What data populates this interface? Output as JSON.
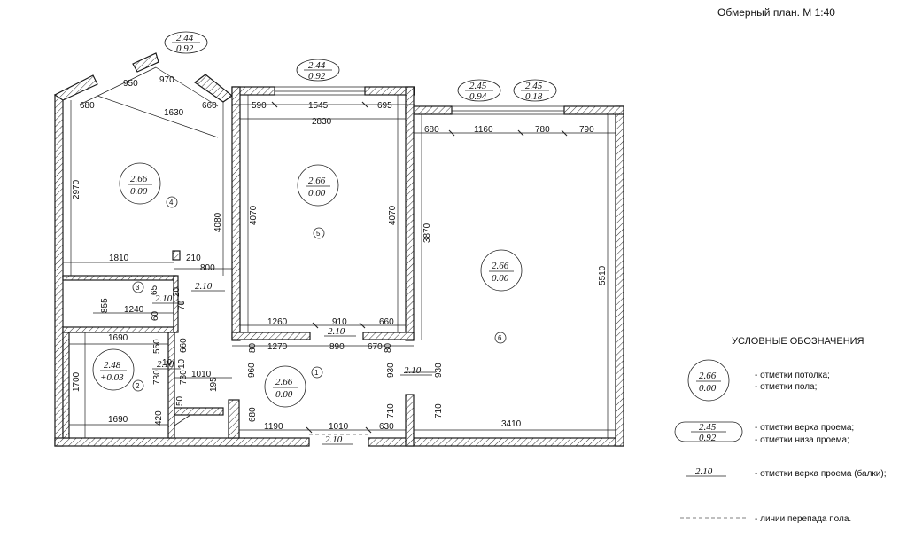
{
  "title": "Обмерный план. М 1:40",
  "rooms": [
    {
      "num": "1",
      "ceiling": "2.66",
      "floor": "0.00"
    },
    {
      "num": "2",
      "ceiling": "2.48",
      "floor": "+0.03"
    },
    {
      "num": "3"
    },
    {
      "num": "4",
      "ceiling": "2.66",
      "floor": "0.00"
    },
    {
      "num": "5",
      "ceiling": "2.66",
      "floor": "0.00"
    },
    {
      "num": "6",
      "ceiling": "2.66",
      "floor": "0.00"
    }
  ],
  "openings": [
    {
      "top": "2.44",
      "bottom": "0.92"
    },
    {
      "top": "2.44",
      "bottom": "0.92"
    },
    {
      "top": "2.45",
      "bottom": "0.94"
    },
    {
      "top": "2.45",
      "bottom": "0.18"
    }
  ],
  "beams": [
    "2.10",
    "2.10",
    "2.10",
    "2.10",
    "2.10",
    "2.10",
    "2.10"
  ],
  "dims": {
    "d950": "950",
    "d970": "970",
    "d680a": "680",
    "d1630": "1630",
    "d660a": "660",
    "d590": "590",
    "d1545": "1545",
    "d695": "695",
    "d2830": "2830",
    "d680b": "680",
    "d1160": "1160",
    "d780": "780",
    "d790": "790",
    "d2970": "2970",
    "d4080": "4080",
    "d4070a": "4070",
    "d4070b": "4070",
    "d3870": "3870",
    "d5510": "5510",
    "d1810": "1810",
    "d210": "210",
    "d800": "800",
    "d65": "65",
    "d20": "20",
    "d855": "855",
    "d1240": "1240",
    "d60": "60",
    "d70": "70",
    "d1260": "1260",
    "d910": "910",
    "d660b": "660",
    "d1270": "1270",
    "d80a": "80",
    "d890": "890",
    "d80b": "80",
    "d670": "670",
    "d1690a": "1690",
    "d550": "550",
    "d660c": "660",
    "d1700": "1700",
    "d730a": "730",
    "d10a": "10",
    "d10b": "10",
    "d1010a": "1010",
    "d960": "960",
    "d930a": "930",
    "d930b": "930",
    "d730b": "730",
    "d195": "195",
    "d50": "50",
    "d420": "420",
    "d1690b": "1690",
    "d680c": "680",
    "d710a": "710",
    "d710b": "710",
    "d3410": "3410",
    "d1190": "1190",
    "d1010b": "1010",
    "d630": "630"
  },
  "legend": {
    "title": "УСЛОВНЫЕ ОБОЗНАЧЕНИЯ",
    "sample_ceiling": "2.66",
    "sample_floor": "0.00",
    "ceiling": "- отметки потолка;",
    "floor": "- отметки пола;",
    "sample_top": "2.45",
    "sample_bottom": "0.92",
    "opening_top": "- отметки верха проема;",
    "opening_bottom": "- отметки низа проема;",
    "sample_beam": "2.10",
    "beam": "- отметки верха проема (балки);",
    "floor_level": "- линии перепада пола."
  }
}
